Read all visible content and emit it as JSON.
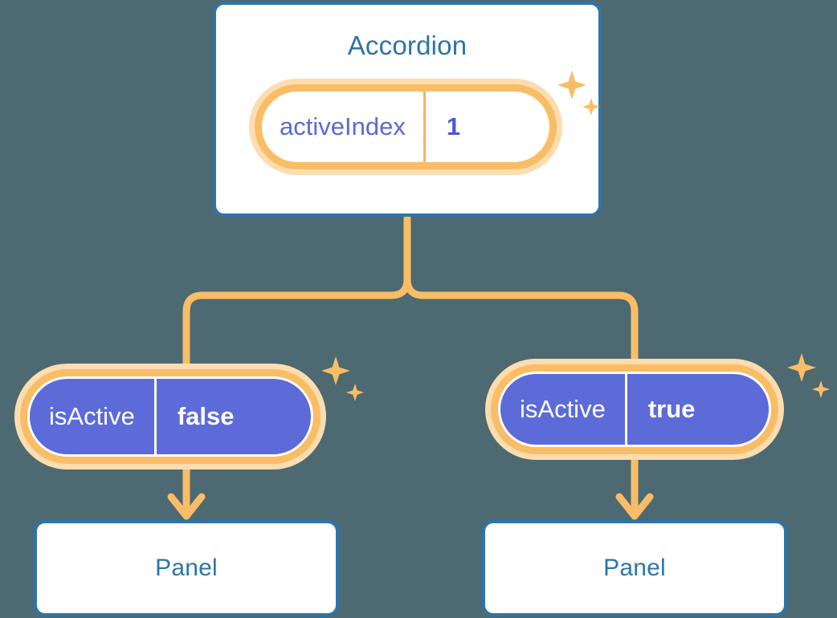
{
  "diagram": {
    "title_text": "Accordion",
    "background_color": "#4d6972",
    "accent_blue": "#2e74a8",
    "accent_orange": "#f9bd66",
    "accent_orange_soft": "#fbddb0",
    "accent_purple": "#5c6bd8"
  },
  "root": {
    "label": "Accordion",
    "state": {
      "key": "activeIndex",
      "value": "1"
    }
  },
  "children": [
    {
      "prop": {
        "key": "isActive",
        "value": "false"
      },
      "component": {
        "label": "Panel"
      }
    },
    {
      "prop": {
        "key": "isActive",
        "value": "true"
      },
      "component": {
        "label": "Panel"
      }
    }
  ],
  "icons": {
    "sparkle": "sparkle-icon",
    "arrow_down": "arrow-down-icon"
  }
}
